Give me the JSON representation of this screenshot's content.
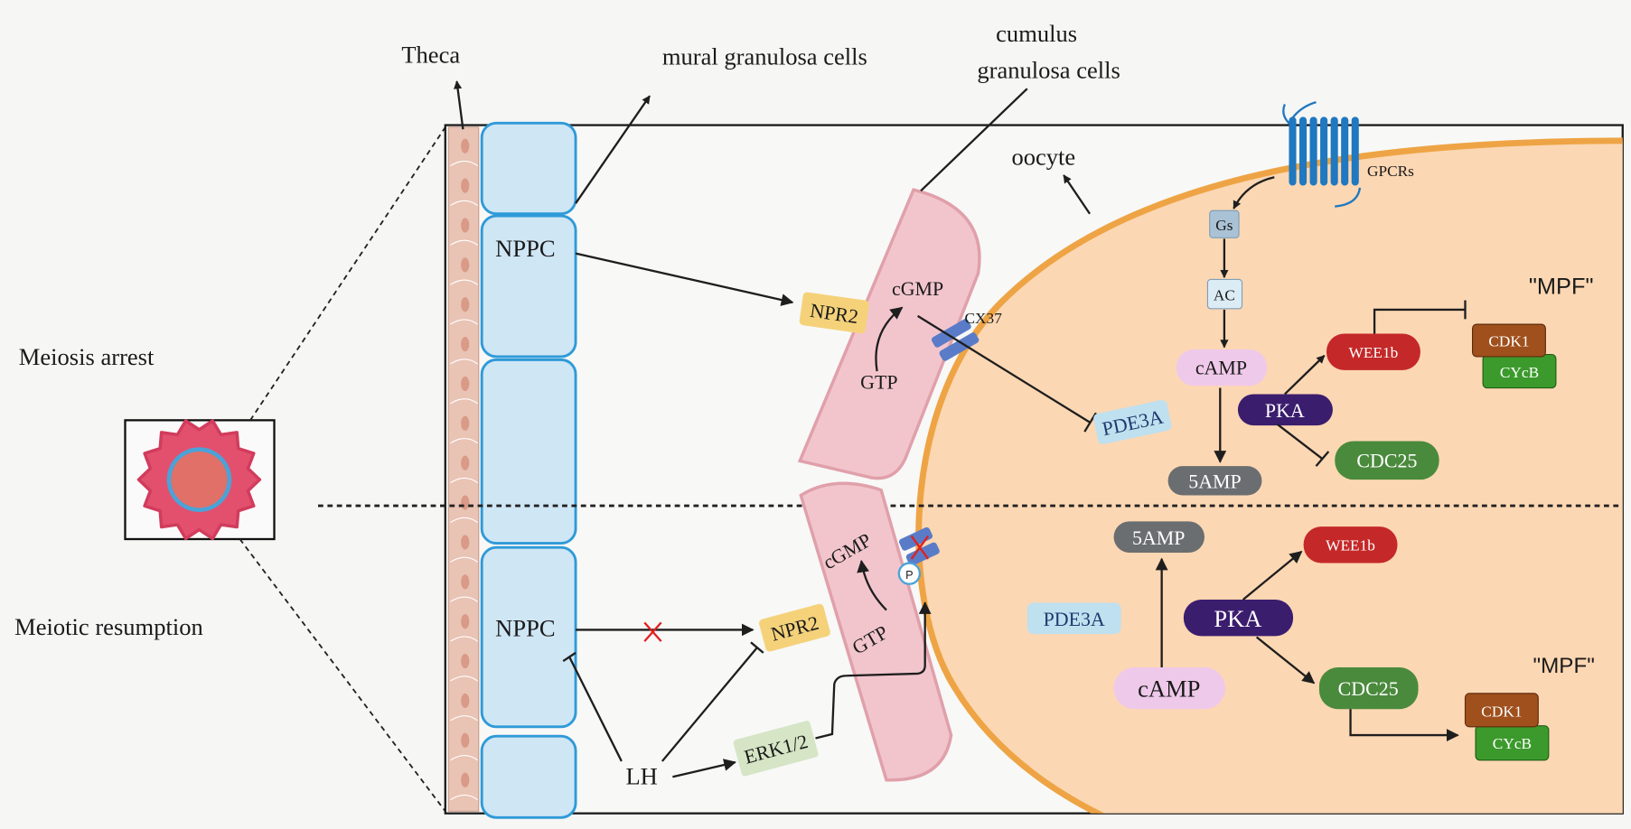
{
  "labels": {
    "theca": "Theca",
    "mural": "mural granulosa cells",
    "cumulus_line1": "cumulus",
    "cumulus_line2": "granulosa cells",
    "oocyte": "oocyte",
    "meiosis_arrest": "Meiosis arrest",
    "meiotic_resumption": "Meiotic resumption"
  },
  "arrest": {
    "nppc": "NPPC",
    "npr2": "NPR2",
    "cgmp": "cGMP",
    "gtp": "GTP",
    "cx37": "CX37",
    "pde3a": "PDE3A",
    "gpcrs": "GPCRs",
    "gs": "Gs",
    "ac": "AC",
    "camp": "cAMP",
    "amp": "5AMP",
    "pka": "PKA",
    "wee1b": "WEE1b",
    "cdc25": "CDC25",
    "mpf": "\"MPF\"",
    "cdk1": "CDK1",
    "cycb": "CYcB"
  },
  "resumption": {
    "nppc": "NPPC",
    "npr2": "NPR2",
    "cgmp": "cGMP",
    "gtp": "GTP",
    "p": "P",
    "erk": "ERK1/2",
    "lh": "LH",
    "amp": "5AMP",
    "pde3a": "PDE3A",
    "pka": "PKA",
    "wee1b": "WEE1b",
    "camp": "cAMP",
    "cdc25": "CDC25",
    "mpf": "\"MPF\"",
    "cdk1": "CDK1",
    "cycb": "CYcB"
  },
  "colors": {
    "oocyte_fill": "#fcd7b3",
    "oocyte_membrane": "#eea445",
    "granulosa": "#cfe6f5",
    "granulosa_border": "#2f9ad8",
    "theca": "#e9c3b4",
    "cumulus": "#f2c5cd",
    "npr2": "#f5d27a",
    "pde3a": "#bfe0ef",
    "camp": "#efc9ea",
    "amp": "#6a6e70",
    "pka": "#3b1d6e",
    "wee1b": "#c42828",
    "cdc25": "#4a8a3c",
    "cdk1": "#a0501c",
    "cycb": "#3c9a2c",
    "erk": "#d5e5c5",
    "gpcr": "#1f78c0",
    "connexon": "#5a7cc8",
    "block": "#e02020"
  }
}
